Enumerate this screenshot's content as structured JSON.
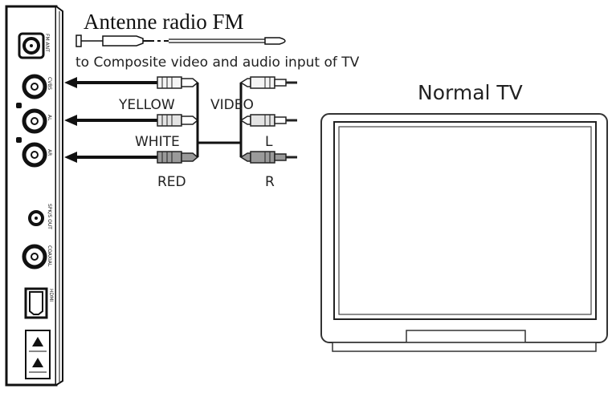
{
  "antenna": {
    "title": "Antenne radio FM"
  },
  "caption": "to Composite video and audio input of TV",
  "tv": {
    "label": "Normal TV"
  },
  "cable_labels": {
    "yellow": "YELLOW",
    "white": "WHITE",
    "red": "RED",
    "video": "VIDEO",
    "left": "L",
    "right": "R"
  },
  "panel_labels": {
    "fm_ant": "FM ANT",
    "cvbs": "CVBS",
    "audio_l": "AL",
    "audio_r": "AR",
    "spdif": "SPK/S OUT",
    "coaxial": "COAXIAL",
    "hdmi": "HDMI"
  },
  "colors": {
    "line": "#1a1a1a",
    "yellow_plug": "#f2f2f2",
    "white_plug": "#e6e6e6",
    "red_plug": "#9a9a9a"
  }
}
